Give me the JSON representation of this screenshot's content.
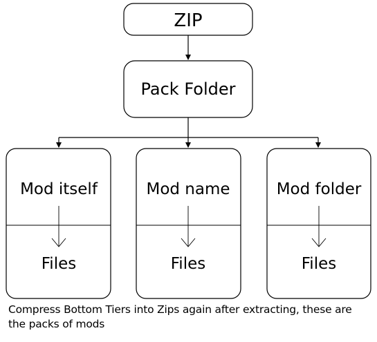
{
  "nodes": {
    "zip": "ZIP",
    "pack_folder": "Pack Folder",
    "columns": [
      {
        "top": "Mod itself",
        "bottom": "Files"
      },
      {
        "top": "Mod name",
        "bottom": "Files"
      },
      {
        "top": "Mod folder",
        "bottom": "Files"
      }
    ]
  },
  "caption": "Compress Bottom Tiers into Zips again after extracting, these are the packs of mods",
  "colors": {
    "stroke": "#000000",
    "fill": "#ffffff",
    "text": "#000000"
  }
}
